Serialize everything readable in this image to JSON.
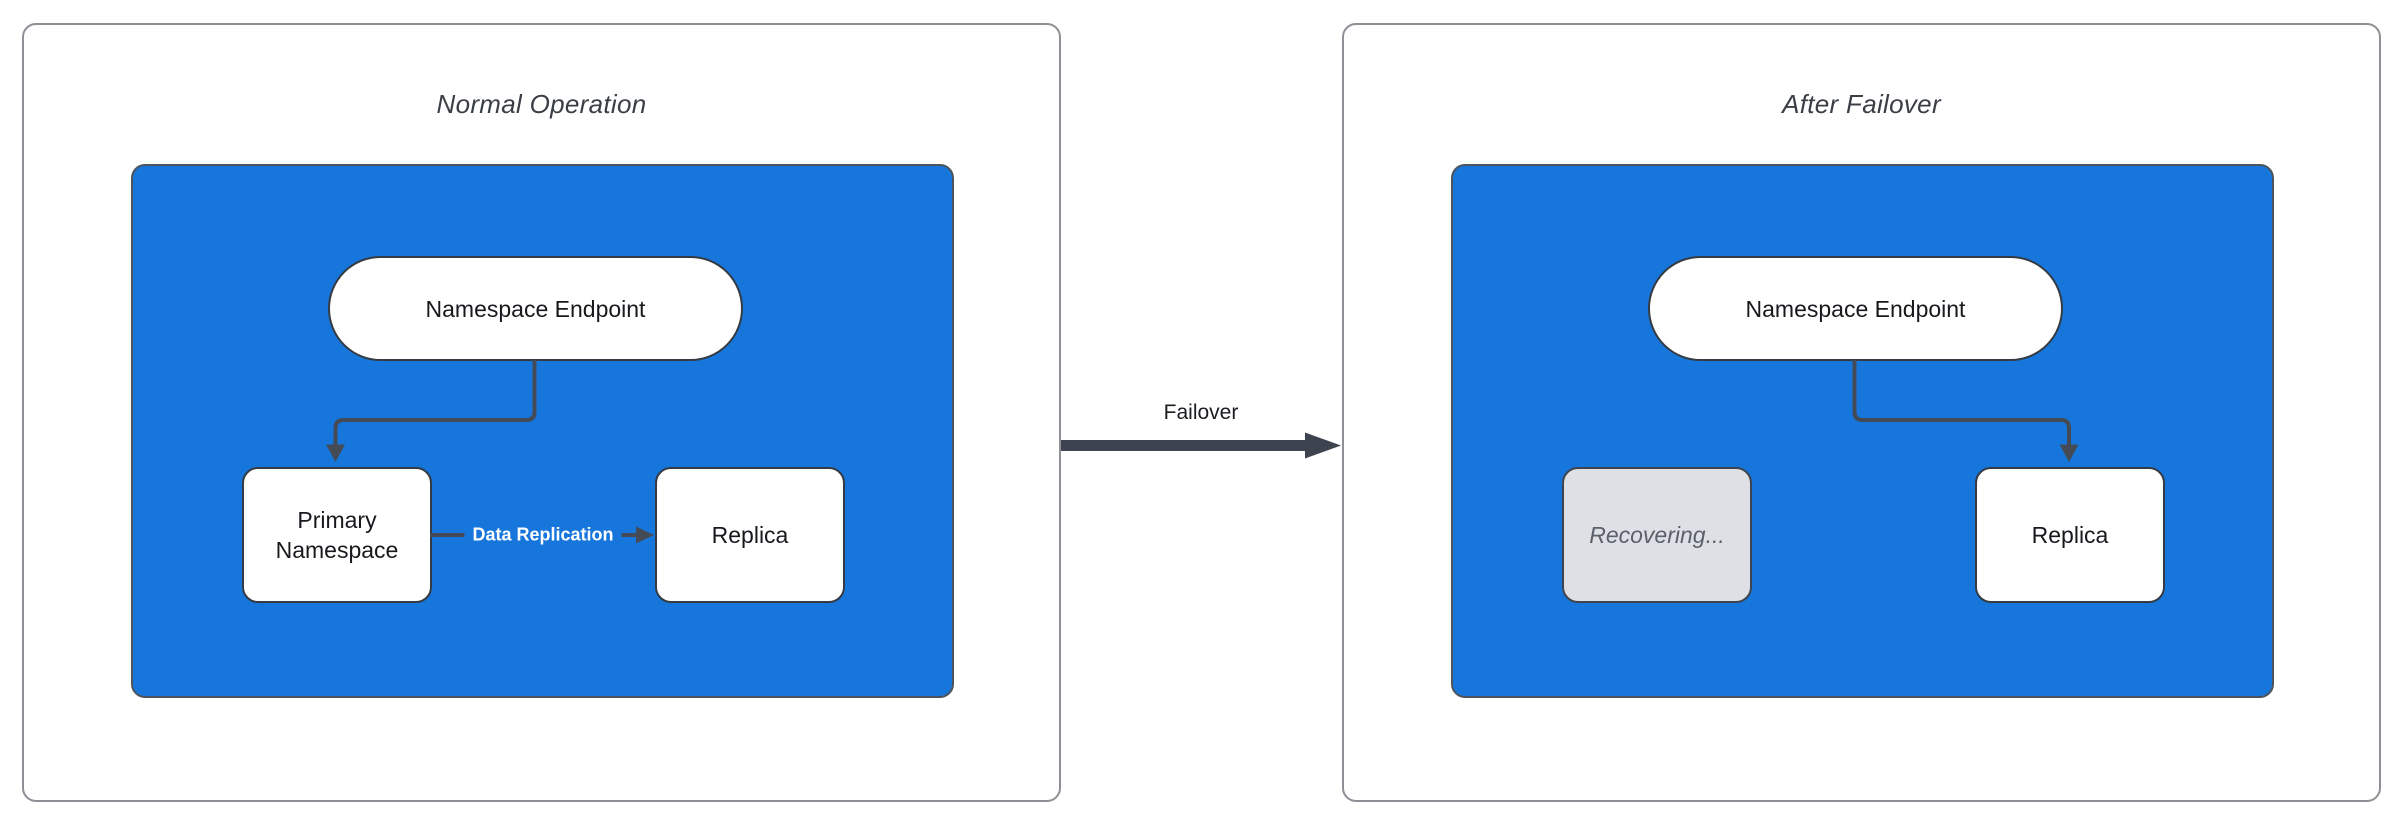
{
  "diagram": {
    "panels": [
      {
        "title": "Normal Operation",
        "endpoint_label": "Namespace Endpoint",
        "left_node_label": "Primary Namespace",
        "right_node_label": "Replica",
        "replication_label": "Data Replication"
      },
      {
        "title": "After Failover",
        "endpoint_label": "Namespace Endpoint",
        "left_node_label": "Recovering...",
        "right_node_label": "Replica"
      }
    ],
    "transition_label": "Failover",
    "colors": {
      "container_fill": "#1676DC",
      "container_border": "#4D545C",
      "panel_border": "#8E9095",
      "node_fill": "#FFFFFF",
      "node_border": "#343B43",
      "node_text": "#17191D",
      "title_text": "#3A3F46",
      "connector": "#454B56",
      "transition_arrow": "#3D4450",
      "replication_label_text": "#FFFFFF",
      "recovering_fill": "#DEE0E5",
      "recovering_text": "#5A616C"
    }
  }
}
